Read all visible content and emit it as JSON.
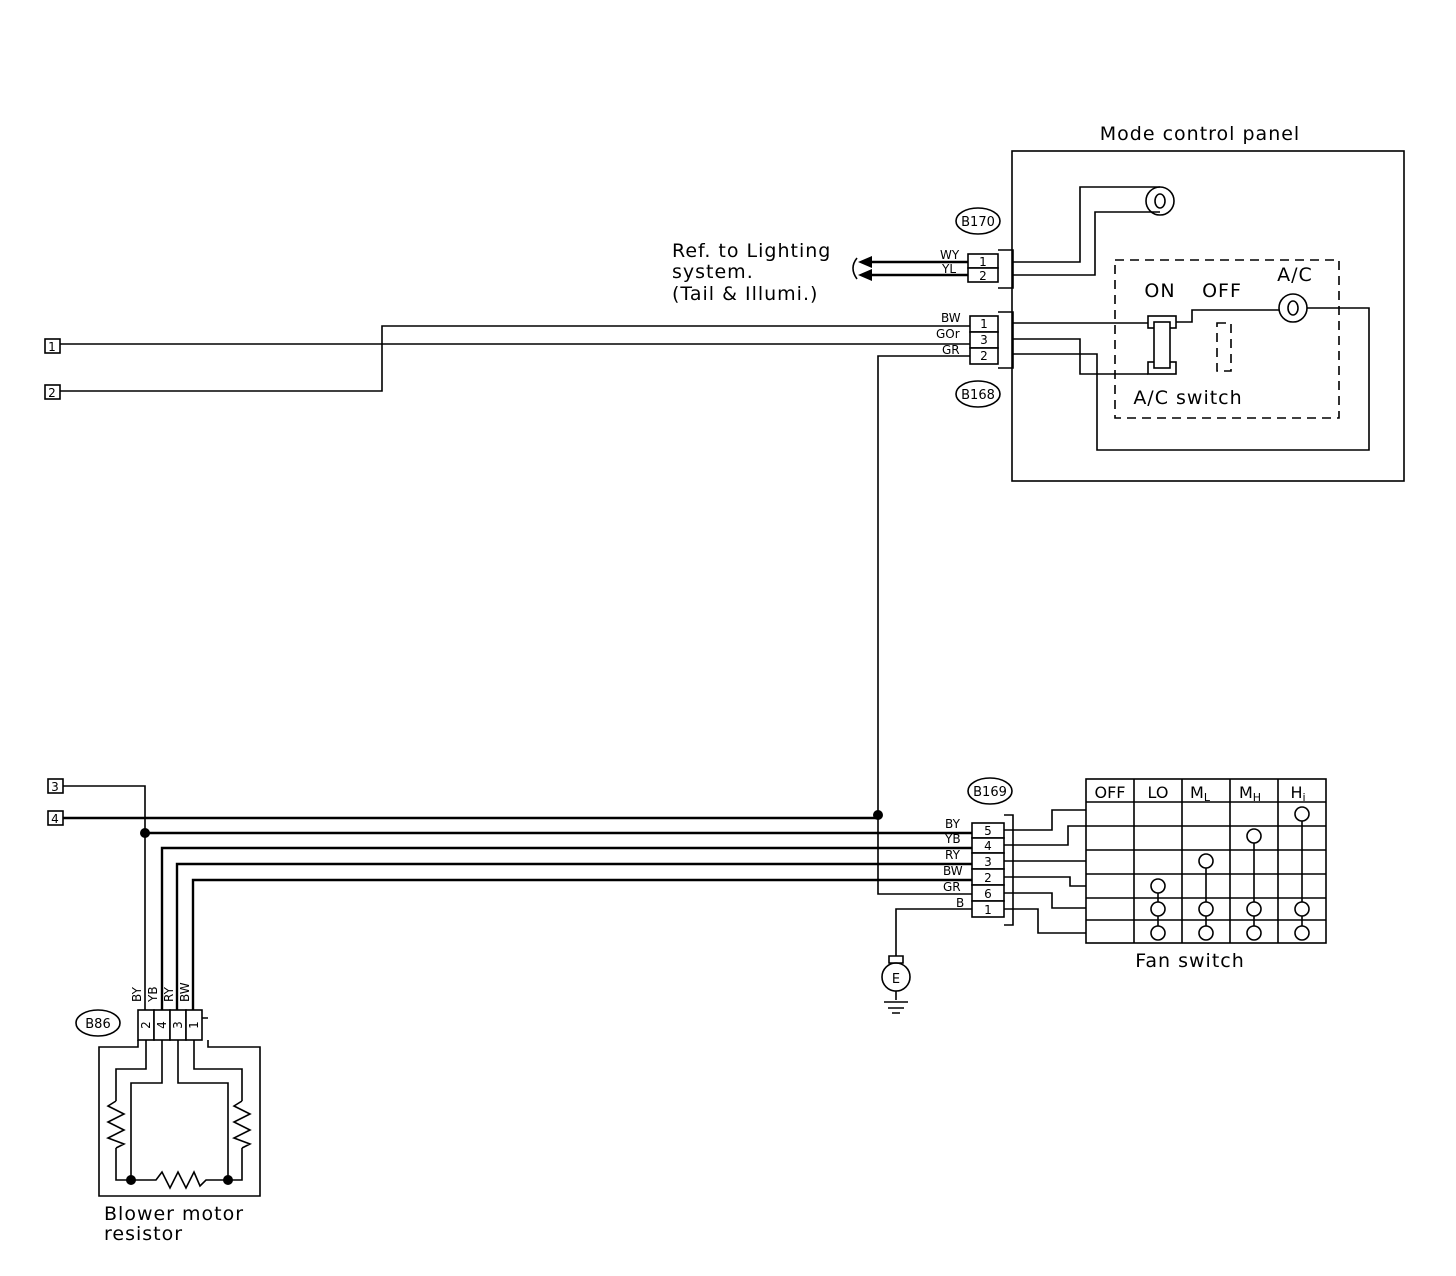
{
  "labels": {
    "mode_panel": "Mode control panel",
    "ref_line1": "Ref. to Lighting",
    "ref_line2": "system.",
    "ref_line3": "(Tail & Illumi.)",
    "on": "ON",
    "off": "OFF",
    "ac": "A/C",
    "ac_switch": "A/C switch",
    "fan_switch": "Fan switch",
    "resistor_line1": "Blower motor",
    "resistor_line2": "resistor",
    "ground": "E"
  },
  "connectors": {
    "b170": {
      "id": "B170",
      "wires": [
        "WY",
        "YL"
      ],
      "pins": [
        "1",
        "2"
      ]
    },
    "b168": {
      "id": "B168",
      "wires": [
        "BW",
        "GOr",
        "GR"
      ],
      "pins": [
        "1",
        "3",
        "2"
      ]
    },
    "b169": {
      "id": "B169",
      "wires": [
        "BY",
        "YB",
        "RY",
        "BW",
        "GR",
        "B"
      ],
      "pins": [
        "5",
        "4",
        "3",
        "2",
        "6",
        "1"
      ]
    },
    "b86": {
      "id": "B86",
      "wires": [
        "BY",
        "YB",
        "RY",
        "BW"
      ],
      "pins": [
        "2",
        "4",
        "3",
        "1"
      ]
    }
  },
  "terminals": [
    "1",
    "2",
    "3",
    "4"
  ],
  "fan_switch": {
    "positions": [
      "OFF",
      "LO",
      "ML",
      "MH",
      "Hi"
    ],
    "position_display": [
      {
        "main": "M",
        "sub": "L"
      },
      {
        "main": "M",
        "sub": "H"
      },
      {
        "main": "H",
        "sub": "i"
      }
    ]
  }
}
